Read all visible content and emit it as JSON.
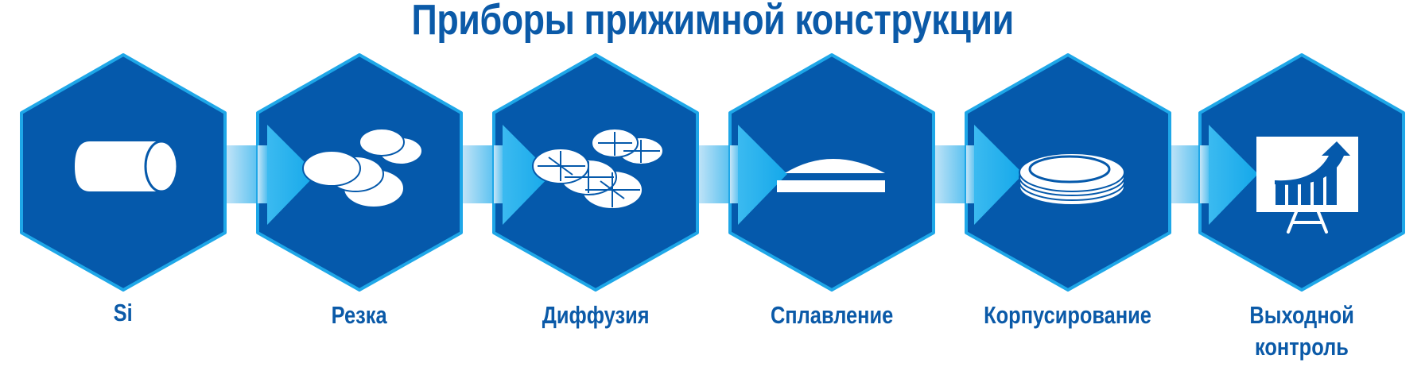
{
  "title": "Приборы прижимной конструкции",
  "colors": {
    "hex_fill": "#0559ab",
    "hex_border": "#1ea7e8",
    "arrow_light": "#b8def5",
    "arrow_mid": "#3cb8ee",
    "arrow_head": "#1eb0ec",
    "text": "#0b5aa8",
    "icon": "#ffffff"
  },
  "steps": [
    {
      "label_line1": "Si",
      "label_line2": "",
      "icon": "silicon-ingot-icon"
    },
    {
      "label_line1": "Резка",
      "label_line2": "",
      "icon": "sliced-wafers-icon"
    },
    {
      "label_line1": "Диффузия",
      "label_line2": "",
      "icon": "diffused-wafers-icon"
    },
    {
      "label_line1": "Сплавление",
      "label_line2": "",
      "icon": "alloyed-layer-icon"
    },
    {
      "label_line1": "Корпусирование",
      "label_line2": "",
      "icon": "package-housing-icon"
    },
    {
      "label_line1": "Выходной",
      "label_line2": "контроль",
      "icon": "presentation-chart-icon"
    }
  ]
}
